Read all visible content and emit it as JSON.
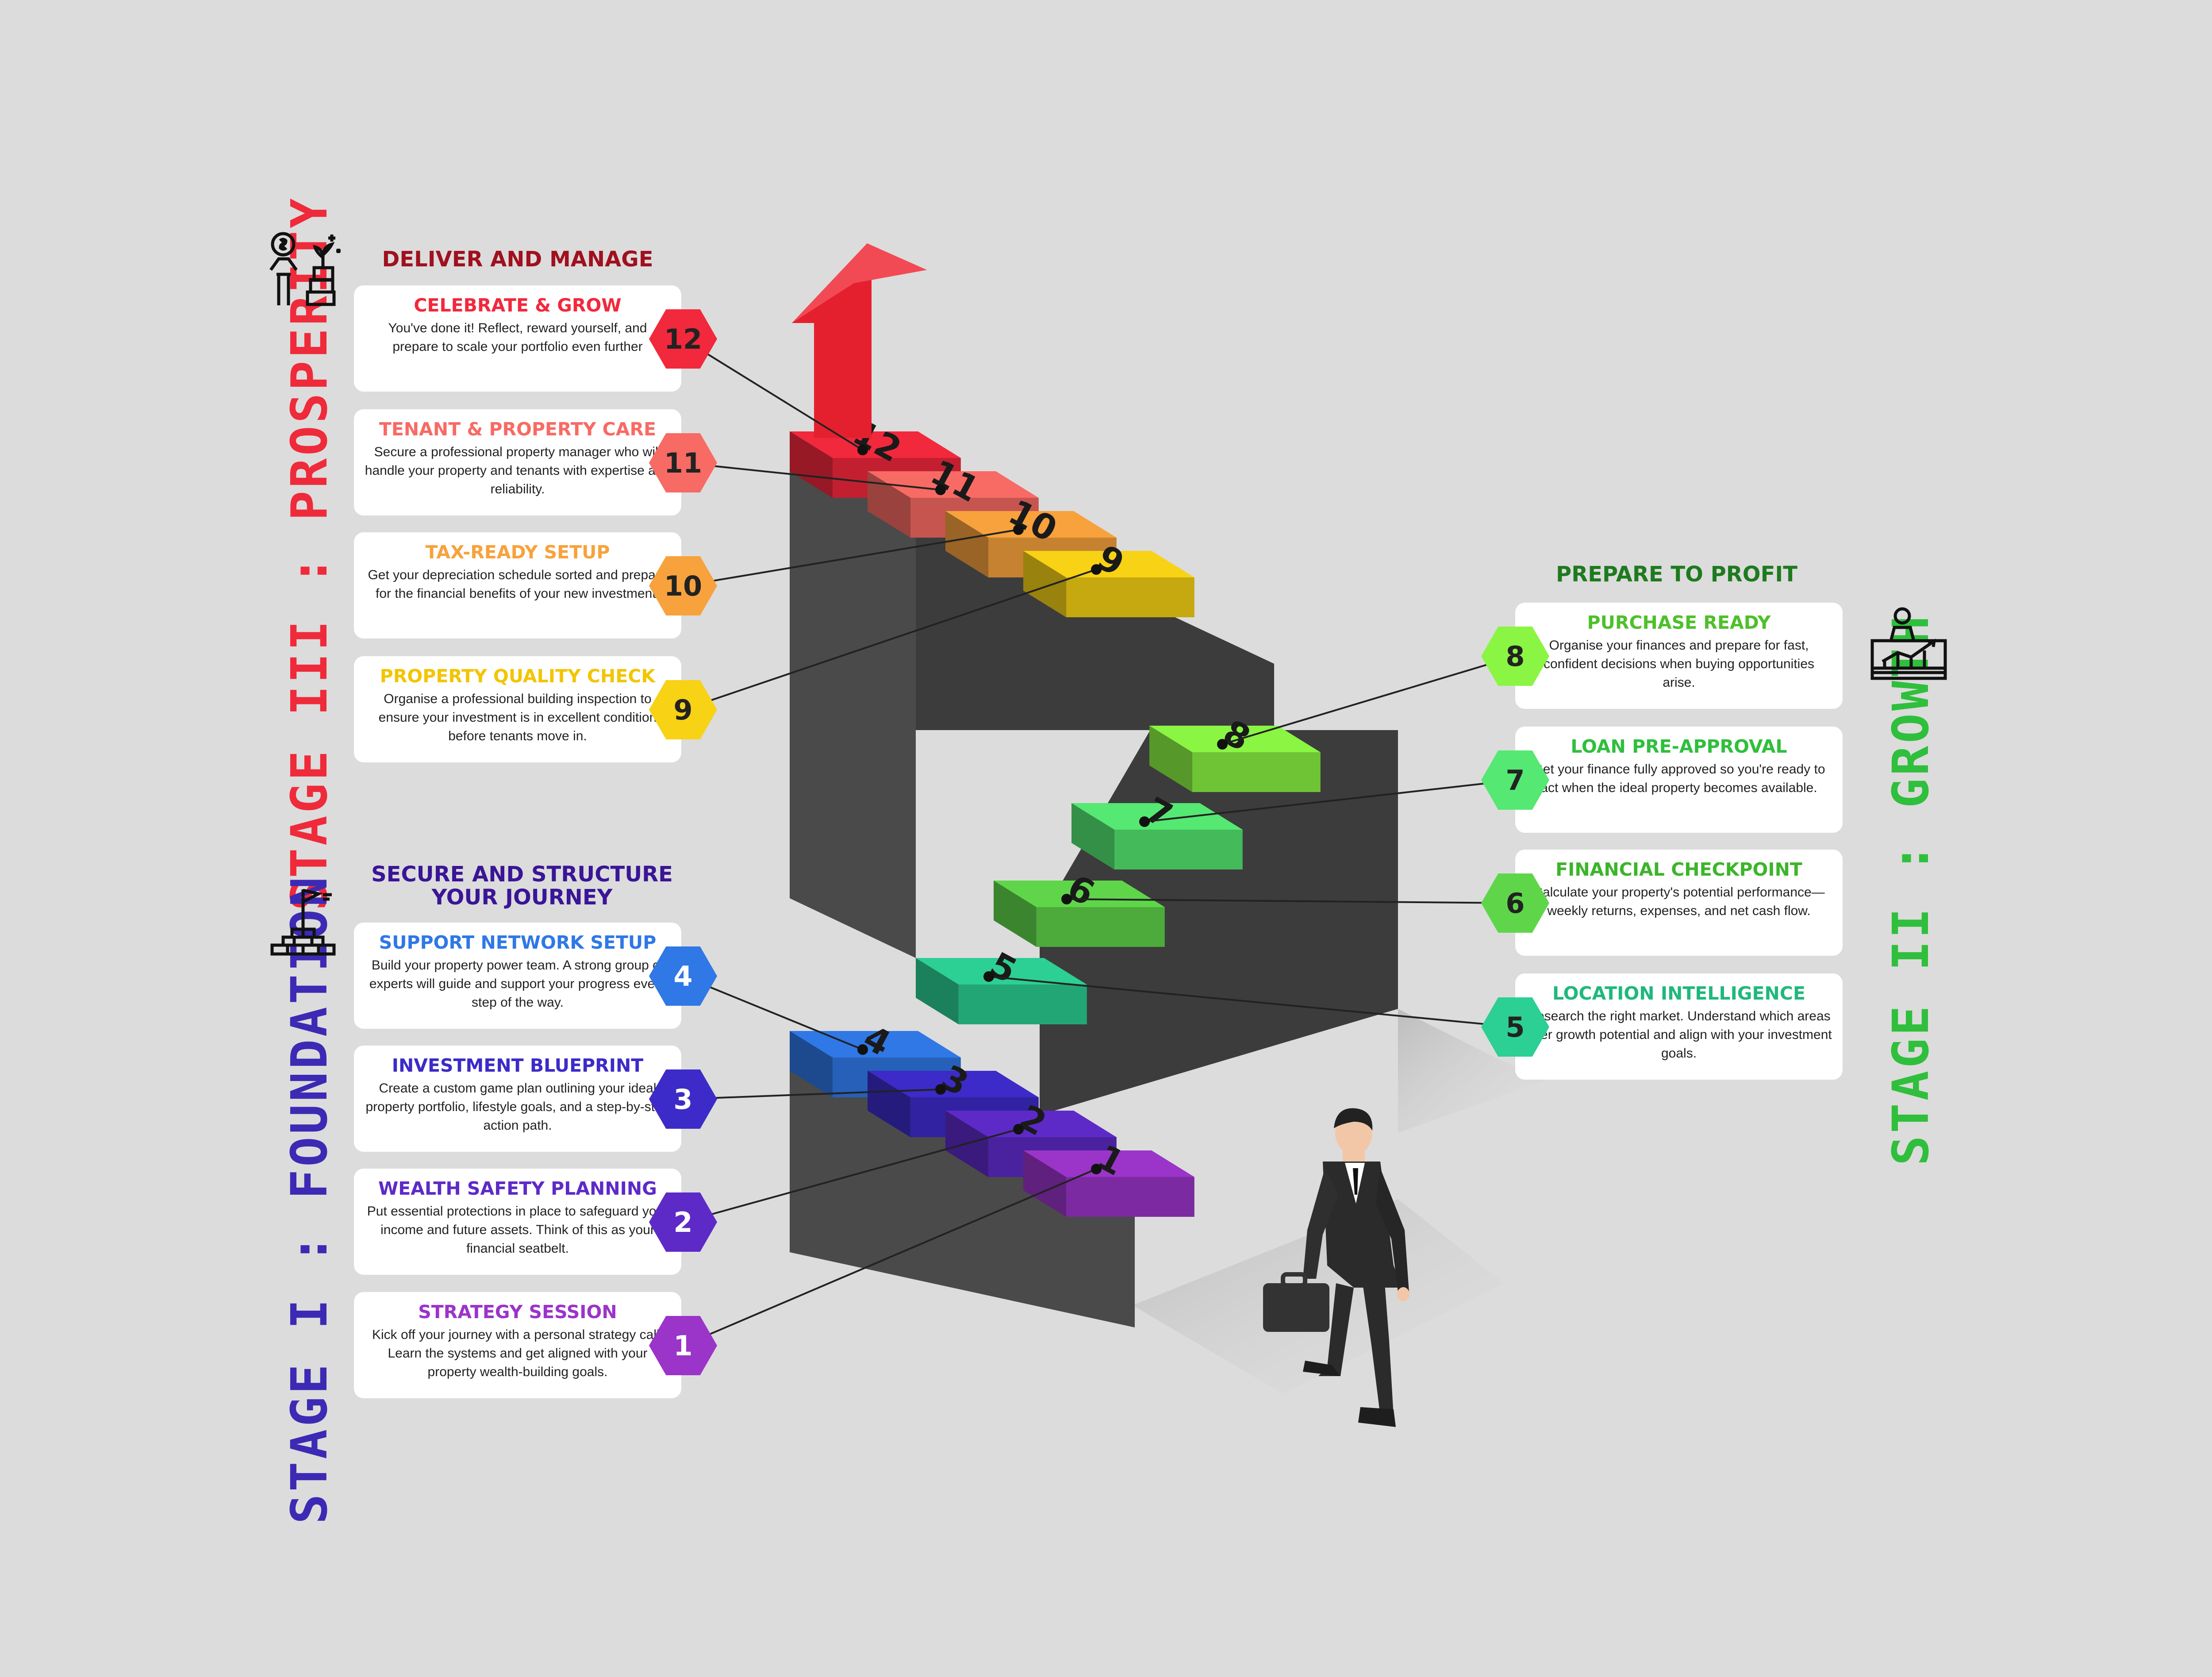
{
  "stages": {
    "prosperity": {
      "label": "STAGE III : PROSPERITY",
      "color": "#ef2a3a",
      "icon": "money-growth-icon"
    },
    "foundation": {
      "label": "STAGE I : FOUNDATION",
      "color": "#3c2ab4",
      "icon": "flag-on-bricks-icon"
    },
    "growth": {
      "label": "STAGE II : GROWTH",
      "color": "#2fbf3c",
      "icon": "presentation-chart-icon"
    }
  },
  "groups": {
    "deliver": {
      "title": "DELIVER AND MANAGE",
      "color": "#a0101e"
    },
    "secure": {
      "title_line1": "SECURE AND STRUCTURE",
      "title_line2": "YOUR JOURNEY",
      "color": "#3a1596"
    },
    "prepare": {
      "title": "PREPARE TO PROFIT",
      "color": "#1f7a1f"
    }
  },
  "steps": [
    {
      "number": "1",
      "title": "STRATEGY SESSION",
      "description": "Kick off your journey with a personal strategy call. Learn the systems and get aligned with your property wealth-building goals.",
      "color": "#9b34c9"
    },
    {
      "number": "2",
      "title": "WEALTH SAFETY PLANNING",
      "description": "Put essential protections in place to safeguard your income and future assets. Think of this as your financial seatbelt.",
      "color": "#5d2ac8"
    },
    {
      "number": "3",
      "title": "INVESTMENT BLUEPRINT",
      "description": "Create a custom game plan outlining your ideal property portfolio, lifestyle goals, and a step-by-step action path.",
      "color": "#3c2bc8"
    },
    {
      "number": "4",
      "title": "SUPPORT NETWORK SETUP",
      "description": "Build your property power team. A strong group of experts will guide and support your progress every step of the way.",
      "color": "#2f78e6"
    },
    {
      "number": "5",
      "title": "LOCATION INTELLIGENCE",
      "description": "Research the right market. Understand which areas offer growth potential and align with your investment goals.",
      "color": "#2ccf94"
    },
    {
      "number": "6",
      "title": "FINANCIAL CHECKPOINT",
      "description": "Calculate your property's potential performance—weekly returns, expenses, and net cash flow.",
      "color": "#5fd64a"
    },
    {
      "number": "7",
      "title": "LOAN PRE-APPROVAL",
      "description": "Get your finance fully approved so you're ready to act when the ideal property becomes available.",
      "color": "#55e872"
    },
    {
      "number": "8",
      "title": "PURCHASE READY",
      "description": "Organise your finances and prepare for fast, confident decisions when buying opportunities arise.",
      "color": "#8af542"
    },
    {
      "number": "9",
      "title": "PROPERTY QUALITY CHECK",
      "description": "Organise a professional building inspection to ensure your investment is in excellent condition before tenants move in.",
      "color": "#f7d215"
    },
    {
      "number": "10",
      "title": "TAX-READY SETUP",
      "description": "Get your depreciation schedule sorted and prepare for the financial benefits of your new investment.",
      "color": "#f7a23c"
    },
    {
      "number": "11",
      "title": "TENANT & PROPERTY CARE",
      "description": "Secure a professional property manager who will handle your property and tenants with expertise and reliability.",
      "color": "#f86a64"
    },
    {
      "number": "12",
      "title": "CELEBRATE & GROW",
      "description": "You've done it! Reflect, reward yourself, and prepare to scale your portfolio even further",
      "color": "#f2283c"
    }
  ]
}
